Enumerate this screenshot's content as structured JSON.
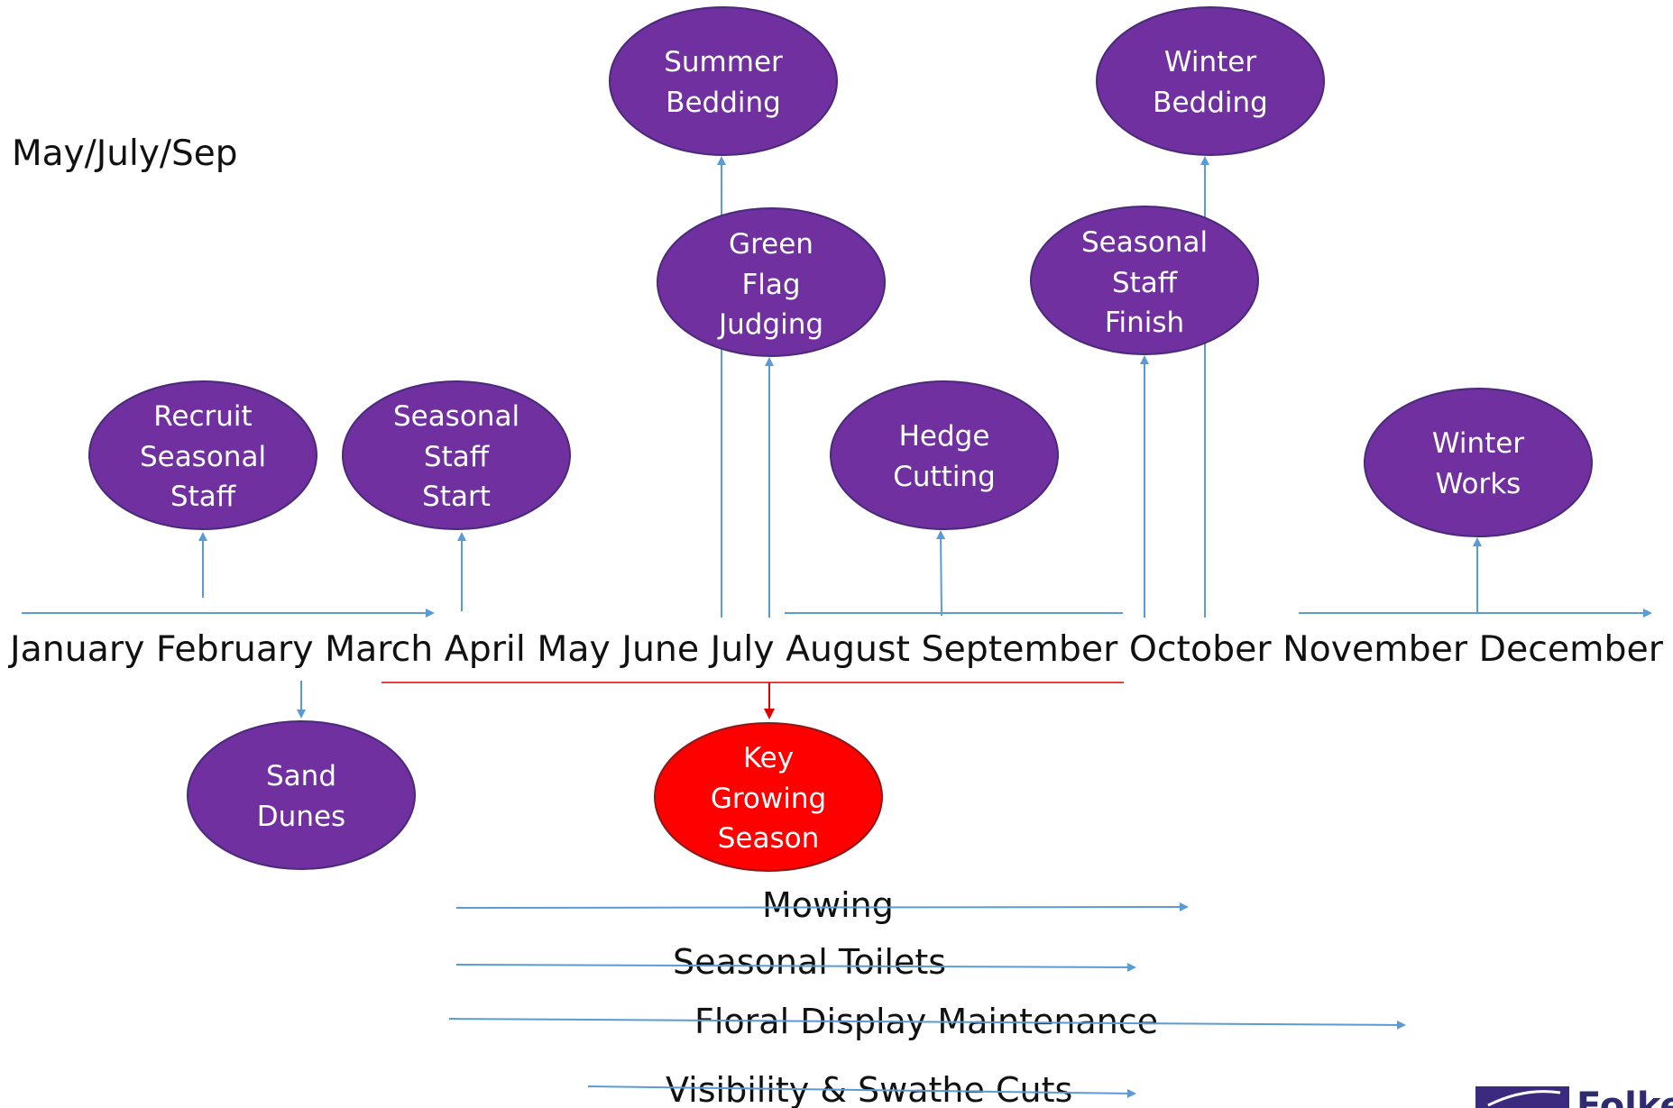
{
  "note": "May/July/Sep",
  "months": "January February March April May June July August September October November December",
  "nodes": {
    "summer_bedding": [
      "Summer",
      "Bedding"
    ],
    "winter_bedding": [
      "Winter",
      "Bedding"
    ],
    "green_flag_judging": [
      "Green",
      "Flag",
      "Judging"
    ],
    "seasonal_staff_finish": [
      "Seasonal",
      "Staff",
      "Finish"
    ],
    "recruit_seasonal_staff": [
      "Recruit",
      "Seasonal",
      "Staff"
    ],
    "seasonal_staff_start": [
      "Seasonal",
      "Staff",
      "Start"
    ],
    "hedge_cutting": [
      "Hedge",
      "Cutting"
    ],
    "winter_works": [
      "Winter",
      "Works"
    ],
    "sand_dunes": [
      "Sand",
      "Dunes"
    ],
    "key_growing_season": [
      "Key",
      "Growing",
      "Season"
    ]
  },
  "tasks": {
    "mowing": "Mowing",
    "seasonal_toilets": "Seasonal Toilets",
    "floral_display_maintenance": "Floral Display Maintenance",
    "visibility_swathe_cuts": "Visibility & Swathe Cuts"
  },
  "logo": {
    "text": "Folke"
  },
  "colors": {
    "node_purple": "#7030a0",
    "node_red": "#ff0000",
    "arrow_blue": "#5b9bd5",
    "arrow_red": "#e00000"
  }
}
